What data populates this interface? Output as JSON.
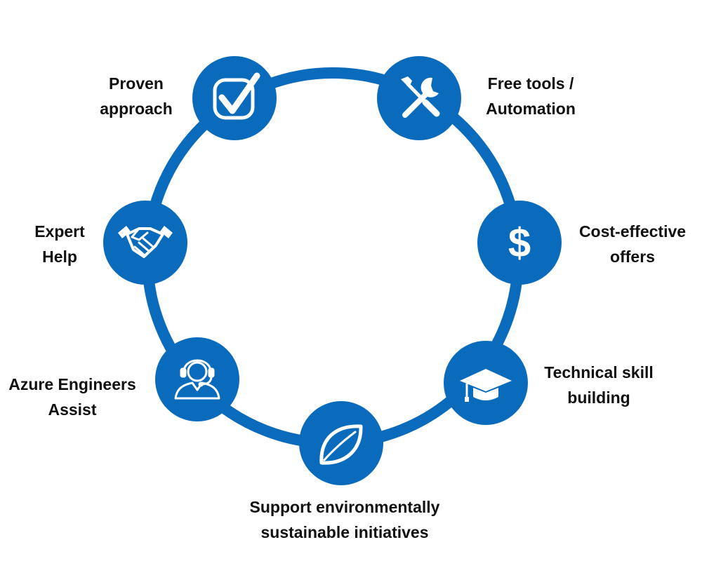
{
  "colors": {
    "accent": "#0a6bbd",
    "text": "#111111",
    "icon": "#ffffff"
  },
  "nodes": [
    {
      "id": "proven-approach",
      "icon": "checkmark-icon",
      "lines": [
        "Proven",
        "approach"
      ]
    },
    {
      "id": "free-tools",
      "icon": "tools-icon",
      "lines": [
        "Free tools /",
        "Automation"
      ]
    },
    {
      "id": "cost-effective",
      "icon": "dollar-icon",
      "lines": [
        "Cost-effective",
        "offers"
      ]
    },
    {
      "id": "technical-skill",
      "icon": "graduation-cap-icon",
      "lines": [
        "Technical skill",
        "building"
      ]
    },
    {
      "id": "sustainable",
      "icon": "leaf-icon",
      "lines": [
        "Support environmentally",
        "sustainable initiatives"
      ]
    },
    {
      "id": "azure-engineers",
      "icon": "headset-agent-icon",
      "lines": [
        "Azure Engineers",
        "Assist"
      ]
    },
    {
      "id": "expert-help",
      "icon": "handshake-icon",
      "lines": [
        "Expert",
        "Help"
      ]
    }
  ]
}
